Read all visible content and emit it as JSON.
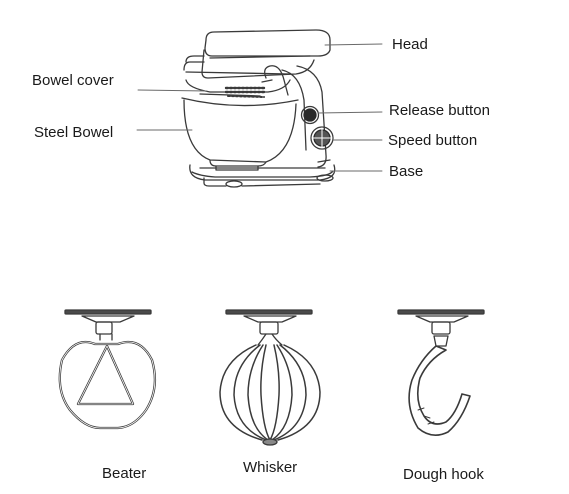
{
  "mixer_labels": {
    "head": "Head",
    "bowel_cover": "Bowel cover",
    "steel_bowel": "Steel Bowel",
    "release_button": "Release button",
    "speed_button": "Speed button",
    "base": "Base"
  },
  "attachments": [
    {
      "name": "Beater"
    },
    {
      "name": "Whisker"
    },
    {
      "name": "Dough hook"
    }
  ],
  "colors": {
    "line": "#3a3a3a",
    "text": "#1a1a1a"
  }
}
